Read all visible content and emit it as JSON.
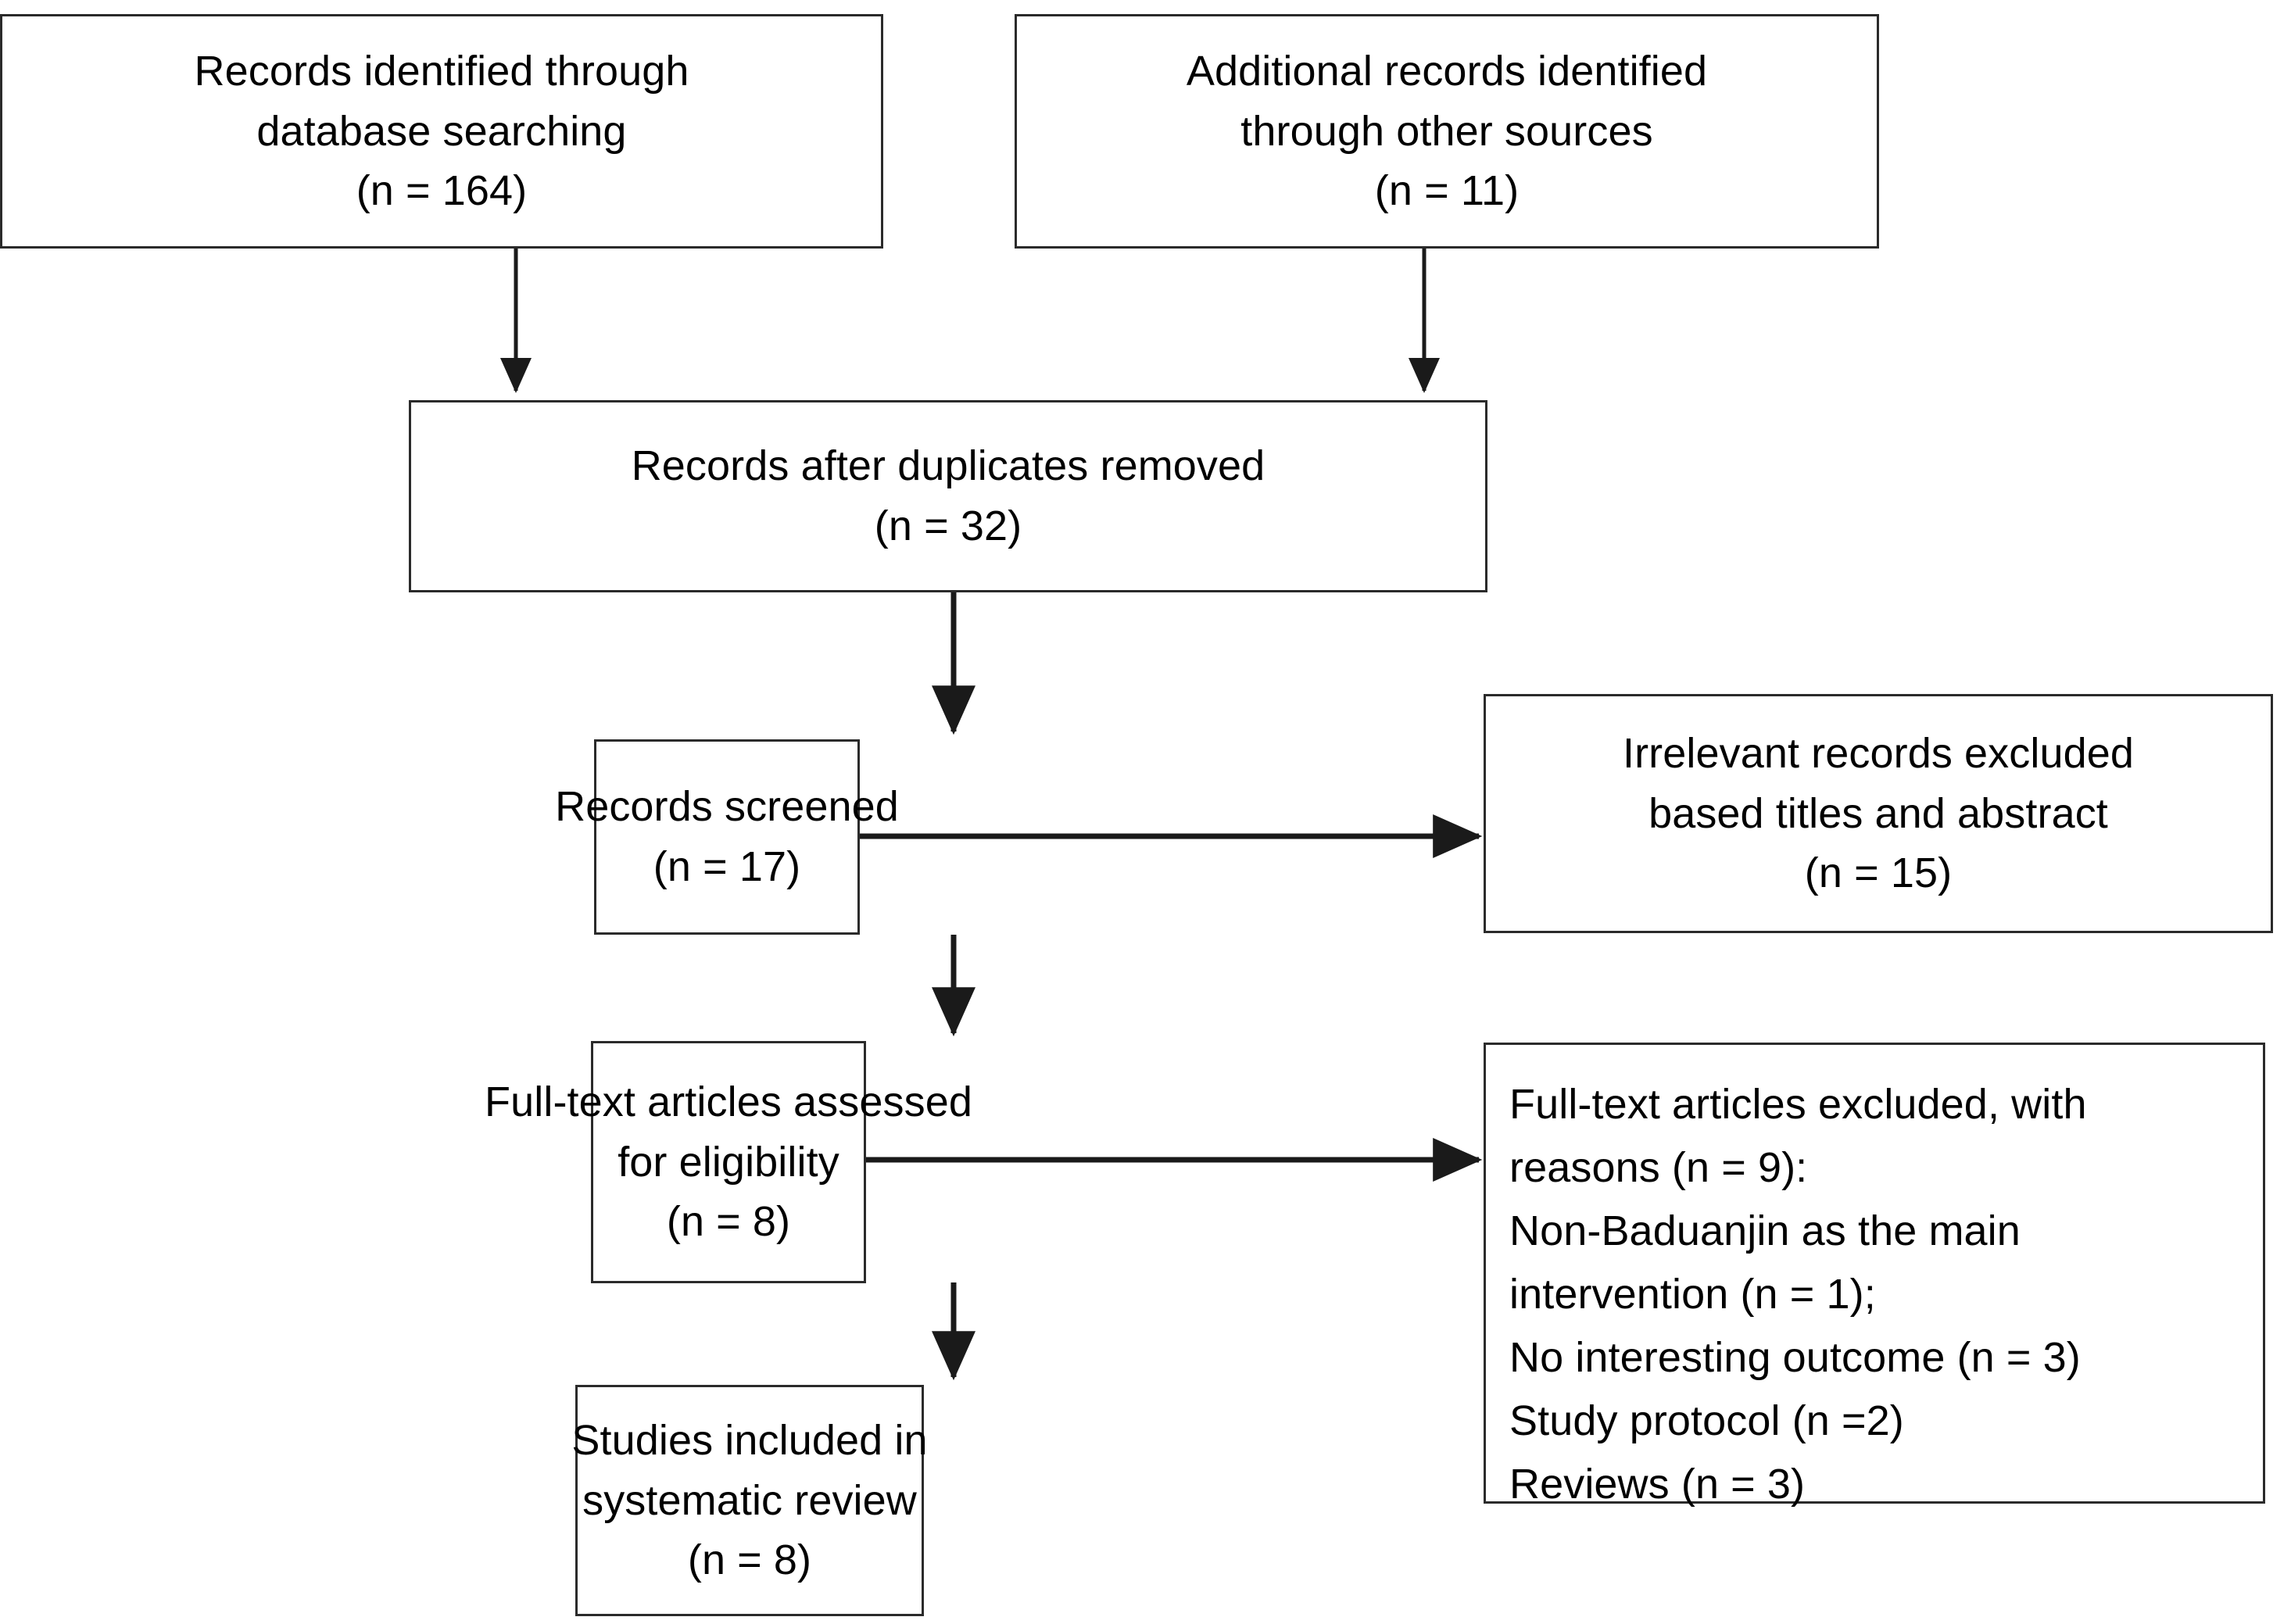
{
  "diagram": {
    "type": "prisma-flow-diagram",
    "title": "PRISMA study selection flow diagram",
    "colors": {
      "box_border": "#2b2b2b",
      "background": "#ffffff",
      "text": "#000000",
      "connector": "#1a1a1a"
    },
    "boxes": [
      {
        "id": "identification-database",
        "lines": [
          "Records identified through",
          "database searching",
          "(n = 164)"
        ],
        "count": 164
      },
      {
        "id": "identification-other-sources",
        "lines": [
          "Additional records identified",
          "through other sources",
          "(n = 11)"
        ],
        "count": 11
      },
      {
        "id": "duplicates-removed",
        "lines": [
          "Records after duplicates removed",
          "(n = 32)"
        ],
        "count": 32
      },
      {
        "id": "records-screened",
        "lines": [
          "Records screened",
          "(n = 17)"
        ],
        "count": 17
      },
      {
        "id": "records-excluded",
        "lines": [
          "Irrelevant records excluded",
          "based titles and abstract",
          "(n = 15)"
        ],
        "count": 15
      },
      {
        "id": "fulltext-assessed",
        "lines": [
          "Full-text articles assessed",
          "for eligibility",
          "(n = 8)"
        ],
        "count": 8
      },
      {
        "id": "fulltext-excluded",
        "lines": [
          "Full-text articles excluded, with",
          "reasons (n = 9):",
          "Non-Baduanjin as the main",
          "intervention (n = 1);",
          "No interesting outcome (n = 3)",
          "Study protocol (n =2)",
          "Reviews (n = 3)"
        ],
        "count": 9
      },
      {
        "id": "studies-included",
        "lines": [
          "Studies included in",
          "systematic review",
          "(n = 8)"
        ],
        "count": 8
      }
    ]
  }
}
